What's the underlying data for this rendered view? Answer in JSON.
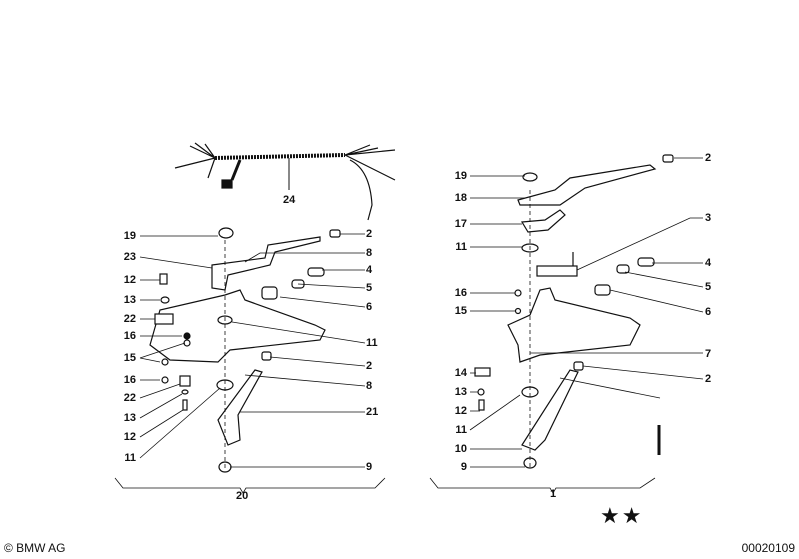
{
  "left_assembly": {
    "group_label": "20",
    "harness_label": "24",
    "left_labels": [
      "19",
      "23",
      "12",
      "13",
      "22",
      "16",
      "15",
      "16",
      "22",
      "13",
      "12",
      "11"
    ],
    "right_labels": [
      "2",
      "8",
      "4",
      "5",
      "6",
      "11",
      "2",
      "8",
      "21",
      "9"
    ]
  },
  "right_assembly": {
    "group_label": "1",
    "left_labels": [
      "19",
      "18",
      "17",
      "11",
      "16",
      "15",
      "14",
      "13",
      "12",
      "11",
      "10",
      "9"
    ],
    "right_labels": [
      "2",
      "3",
      "4",
      "5",
      "6",
      "7",
      "2"
    ]
  },
  "footer": {
    "copyright": "© BMW AG",
    "diagram_number": "00020109",
    "stars": "★★"
  }
}
